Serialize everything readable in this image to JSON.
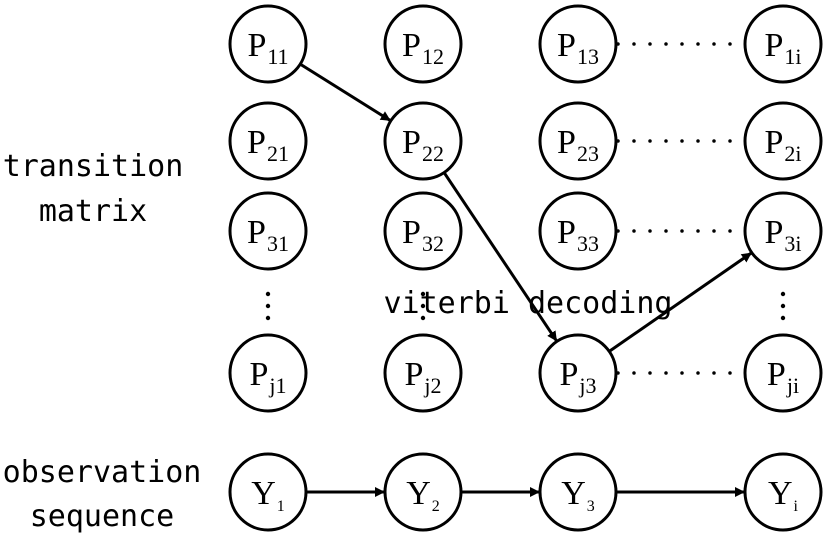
{
  "labels": {
    "transition_line1": "transition",
    "transition_line2": "matrix",
    "observation_line1": "observation",
    "observation_line2": "sequence",
    "viterbi": "viterbi decoding"
  },
  "nodes": {
    "p11": {
      "base": "P",
      "sub": "11"
    },
    "p12": {
      "base": "P",
      "sub": "12"
    },
    "p13": {
      "base": "P",
      "sub": "13"
    },
    "p1i": {
      "base": "P",
      "sub": "1i"
    },
    "p21": {
      "base": "P",
      "sub": "21"
    },
    "p22": {
      "base": "P",
      "sub": "22"
    },
    "p23": {
      "base": "P",
      "sub": "23"
    },
    "p2i": {
      "base": "P",
      "sub": "2i"
    },
    "p31": {
      "base": "P",
      "sub": "31"
    },
    "p32": {
      "base": "P",
      "sub": "32"
    },
    "p33": {
      "base": "P",
      "sub": "33"
    },
    "p3i": {
      "base": "P",
      "sub": "3i"
    },
    "pj1": {
      "base": "P",
      "sub": "j1"
    },
    "pj2": {
      "base": "P",
      "sub": "j2"
    },
    "pj3": {
      "base": "P",
      "sub": "j3"
    },
    "pji": {
      "base": "P",
      "sub": "ji"
    },
    "y1": {
      "base": "Y",
      "sub": "1"
    },
    "y2": {
      "base": "Y",
      "sub": "2"
    },
    "y3": {
      "base": "Y",
      "sub": "3"
    },
    "yi": {
      "base": "Y",
      "sub": "i"
    }
  },
  "viterbi_path": [
    "p11",
    "p22",
    "pj3",
    "p3i"
  ],
  "observation_chain": [
    "y1",
    "y2",
    "y3",
    "yi"
  ]
}
